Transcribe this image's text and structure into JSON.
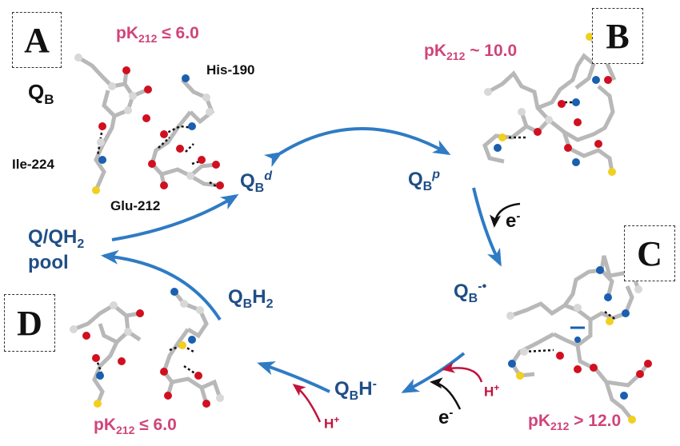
{
  "panels": {
    "a": "A",
    "b": "B",
    "c": "C",
    "d": "D"
  },
  "pk": {
    "a": {
      "pre": "pK",
      "sub": "212",
      "post": " ≤ 6.0"
    },
    "b": {
      "pre": "pK",
      "sub": "212",
      "post": " ~ 10.0"
    },
    "c": {
      "pre": "pK",
      "sub": "212",
      "post": " > 12.0"
    },
    "d": {
      "pre": "pK",
      "sub": "212",
      "post": " ≤ 6.0"
    }
  },
  "residues": {
    "his": "His-190",
    "ile": "Ile-224",
    "glu": "Glu-212"
  },
  "qb_label": {
    "main": "Q",
    "sub": "B"
  },
  "states": {
    "qbd": {
      "main": "Q",
      "sub": "B",
      "sup": "d"
    },
    "qbp": {
      "main": "Q",
      "sub": "B",
      "sup": "p"
    },
    "qbrad": {
      "main": "Q",
      "sub": "B",
      "sup": "-•"
    },
    "qbh": {
      "main": "Q",
      "sub": "B",
      "post": "H",
      "sup": "-"
    },
    "qbh2": {
      "main": "Q",
      "sub": "B",
      "post": "H",
      "sub2": "2"
    },
    "pool1": {
      "main": "Q/QH",
      "sub": "2"
    },
    "pool2": "pool"
  },
  "reactants": {
    "e1": {
      "main": "e",
      "sup": "-"
    },
    "e2": {
      "main": "e",
      "sup": "-"
    },
    "h1": {
      "main": "H",
      "sup": "+"
    },
    "h2": {
      "main": "H",
      "sup": "+"
    }
  },
  "colors": {
    "pk": "#d0447a",
    "state": "#1f4e86",
    "arrow": "#2f7bc4",
    "proton": "#c0143c",
    "atom_o": "#d01020",
    "atom_n": "#1a5fb0",
    "atom_s": "#f0d020",
    "atom_c": "#d8d8d8"
  }
}
